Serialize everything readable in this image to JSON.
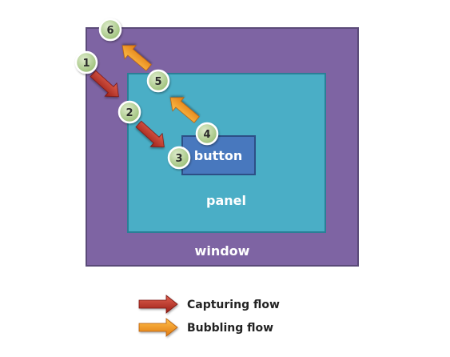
{
  "diagram": {
    "window_label": "window",
    "panel_label": "panel",
    "button_label": "button",
    "steps": [
      "1",
      "2",
      "3",
      "4",
      "5",
      "6"
    ]
  },
  "legend": {
    "capturing_label": "Capturing flow",
    "bubbling_label": "Bubbling flow"
  },
  "colors": {
    "window_fill": "#7e64a3",
    "window_stroke": "#5a4a78",
    "panel_fill": "#4aaec6",
    "panel_stroke": "#2a7f96",
    "button_fill": "#4878be",
    "button_stroke": "#2d4f86",
    "capturing_arrow": "#c0392b",
    "bubbling_arrow": "#f39c26",
    "badge_fill": "#b4cf96",
    "badge_stroke": "#ffffff"
  }
}
